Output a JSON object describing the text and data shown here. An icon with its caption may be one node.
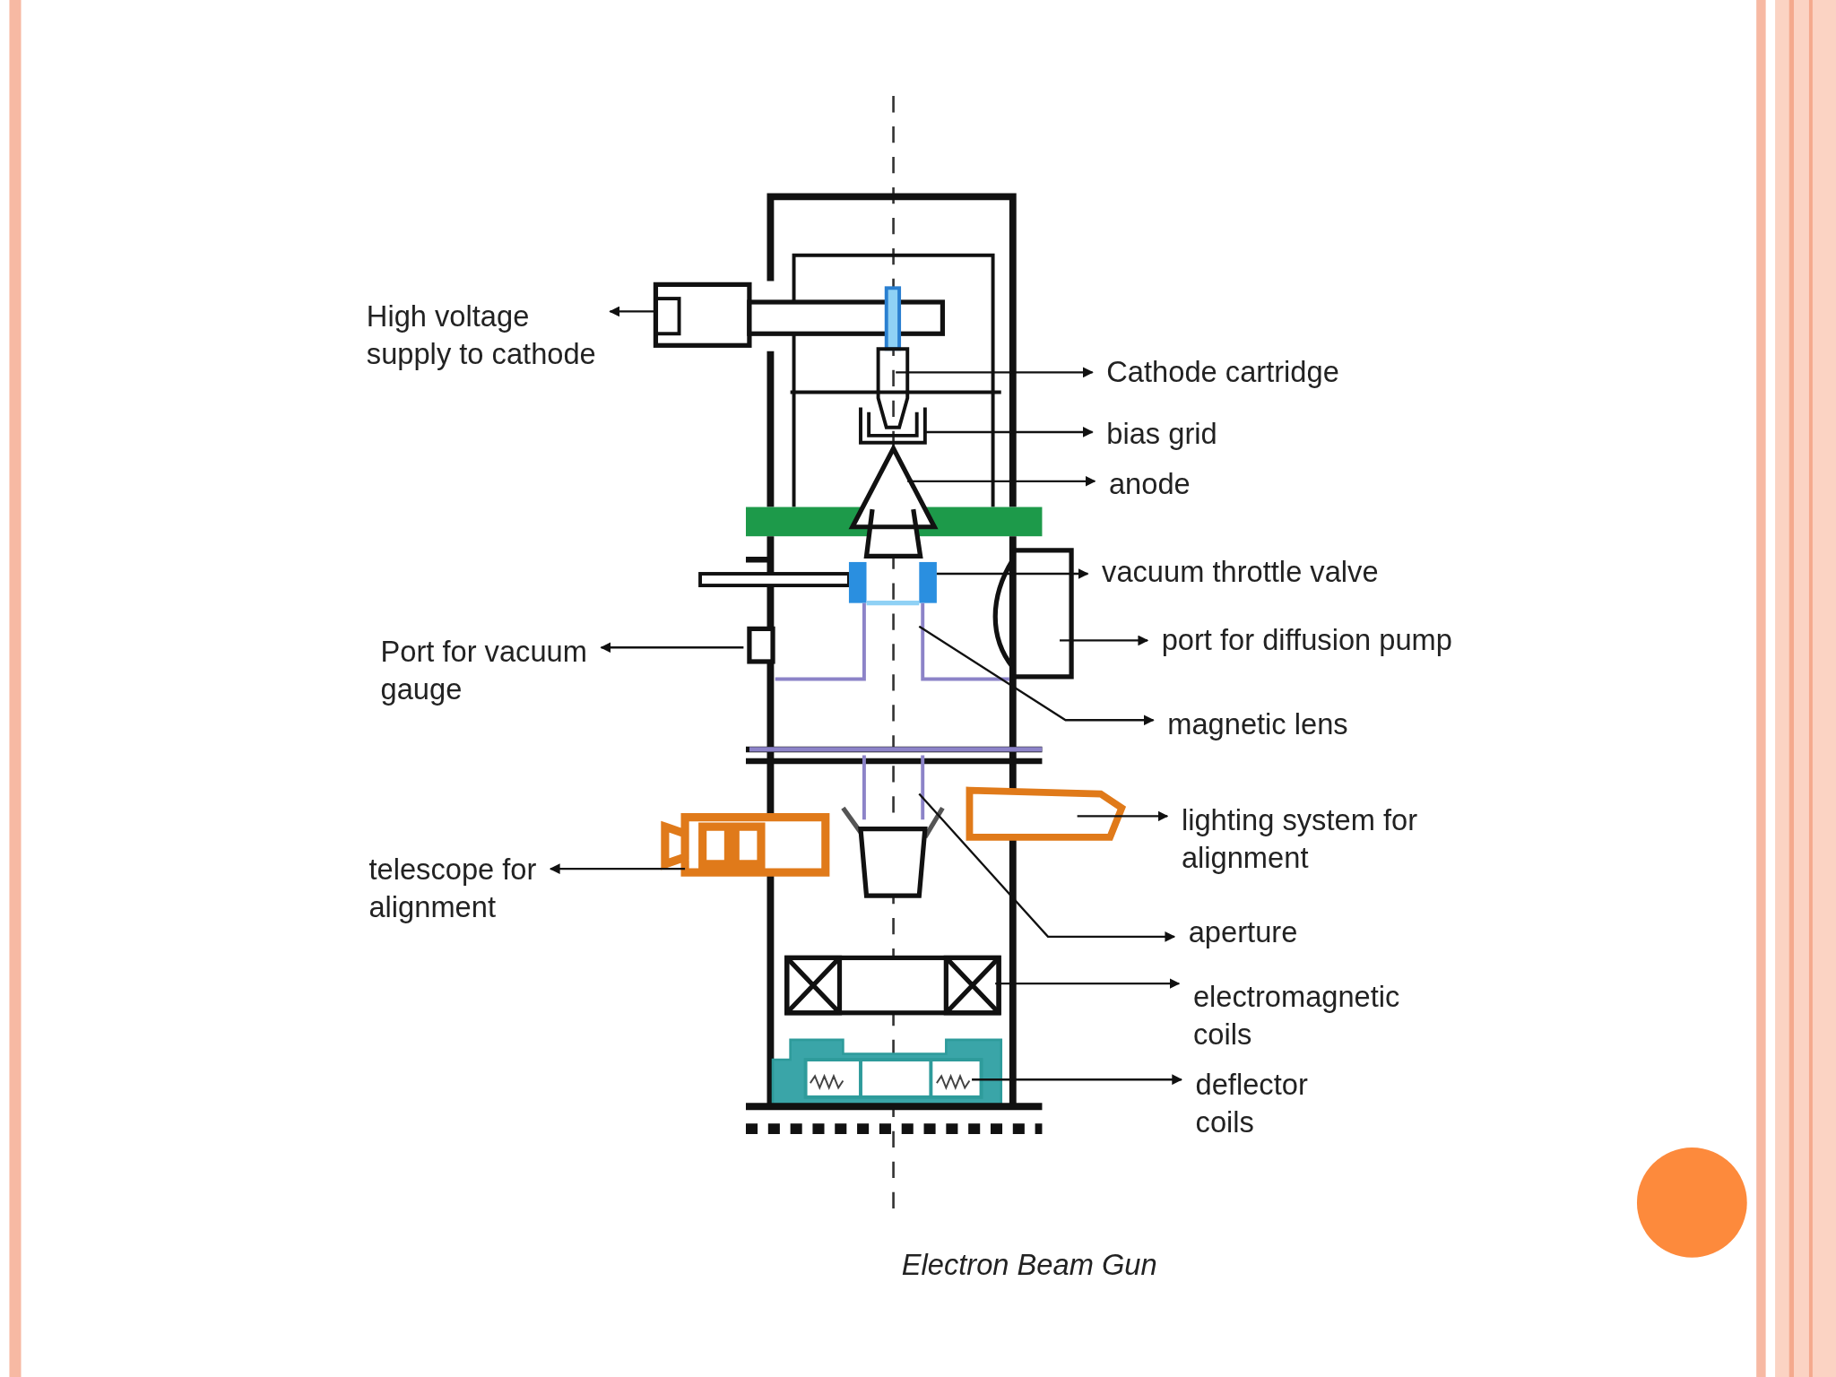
{
  "diagram": {
    "caption": "Electron Beam Gun",
    "nodes": [
      {
        "text": [
          "High voltage supply to cathode"
        ]
      },
      {
        "text": [
          "Cathode cartridge"
        ]
      },
      {
        "text": [
          "bias grid"
        ]
      },
      {
        "text": [
          "anode"
        ]
      },
      {
        "text": [
          "vacuum throttle valve"
        ]
      },
      {
        "text": [
          "Port for vacuum gauge"
        ]
      },
      {
        "text": [
          "port for diffusion pump"
        ]
      },
      {
        "text": [
          "magnetic lens"
        ]
      },
      {
        "text": [
          "lighting system for alignment"
        ]
      },
      {
        "text": [
          "telescope for alignment"
        ]
      },
      {
        "text": [
          "aperture"
        ]
      },
      {
        "text": [
          "electromagnetic coils"
        ]
      },
      {
        "text": [
          "deflector coils"
        ]
      }
    ],
    "edges": [
      {
        "from": null,
        "to": 0,
        "arrow": "to"
      },
      {
        "from": null,
        "to": 1,
        "arrow": "to"
      },
      {
        "from": null,
        "to": 2,
        "arrow": "to"
      },
      {
        "from": null,
        "to": 3,
        "arrow": "to"
      },
      {
        "from": null,
        "to": 4,
        "arrow": "to"
      },
      {
        "from": null,
        "to": 5,
        "arrow": "to"
      },
      {
        "from": null,
        "to": 6,
        "arrow": "to"
      },
      {
        "from": null,
        "to": 7,
        "arrow": "to"
      },
      {
        "from": null,
        "to": 8,
        "arrow": "to"
      },
      {
        "from": null,
        "to": 9,
        "arrow": "to"
      },
      {
        "from": null,
        "to": 10,
        "arrow": "to"
      },
      {
        "from": null,
        "to": 11,
        "arrow": "to"
      },
      {
        "from": null,
        "to": 12,
        "arrow": "to"
      }
    ]
  }
}
